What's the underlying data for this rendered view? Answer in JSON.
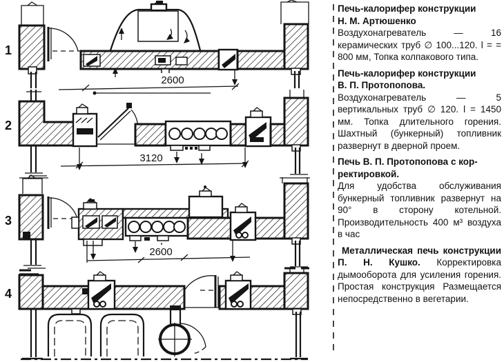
{
  "page": {
    "background": "#ffffff",
    "ink": "#151515"
  },
  "figures": [
    {
      "number": "1",
      "dimension_label": "2600"
    },
    {
      "number": "2",
      "dimension_label": "3120"
    },
    {
      "number": "3",
      "dimension_label": "2600"
    },
    {
      "number": "4",
      "dimension_label": ""
    }
  ],
  "text_column": {
    "paragraphs": [
      {
        "heading": "Печь-калорифер конструкции\nН. М. Артюшенко",
        "body": "Воздухонагреватель — 16 керамических труб ∅ 100...120. l = = 800 мм, Топка колпакового типа."
      },
      {
        "heading": "Печь-калорифер конструкции\nВ. П. Протопопова.",
        "body": "Воздухонагреватель — 5 вертикальных труб ∅ 120. l = 1450 мм. Топка длительного горения. Шахтный (бункерный) топливник развернут в дверной проем."
      },
      {
        "heading": "Печь В. П. Протопопова с кор-\nректировкой.",
        "body": "Для удобства обслуживания бункерный топливник развернут на 90° в сторону котельной. Производительность 400 м³ воздуха в час"
      },
      {
        "heading": "Металлическая печь конструкции П. Н. Кушко.",
        "body": "Корректировка дымооборота для усиления горения. Простая конструкция Размещается непосредственно в вегетарии."
      }
    ]
  }
}
